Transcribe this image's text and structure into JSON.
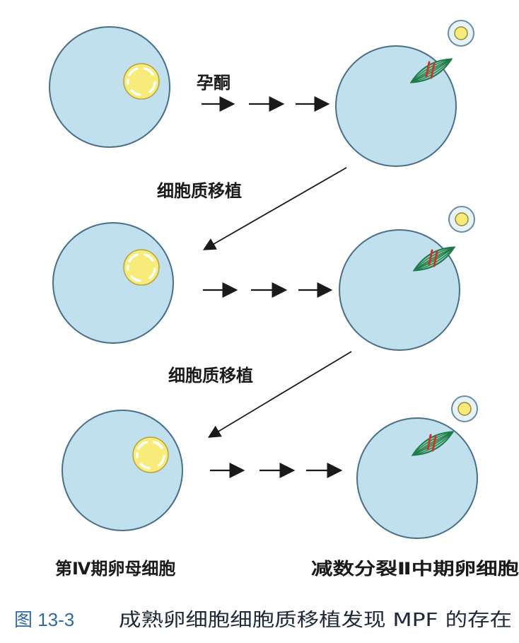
{
  "diagram": {
    "labels": {
      "progesterone": "孕酮",
      "transplant_1": "细胞质移植",
      "transplant_2": "细胞质移植",
      "left_caption": "第Ⅳ期卵母细胞",
      "right_caption": "减数分裂Ⅱ中期卵细胞"
    },
    "caption": {
      "number": "图 13-3",
      "text": "成熟卵细胞细胞质移植发现 MPF 的存在"
    },
    "colors": {
      "cell_fill": "#bfe0ec",
      "cell_stroke": "#4a6f88",
      "nucleus": "#f7ec7a",
      "spindle": "#1e7a4a",
      "chromosome": "#d0342c",
      "caption_number": "#2d6aa6"
    }
  }
}
